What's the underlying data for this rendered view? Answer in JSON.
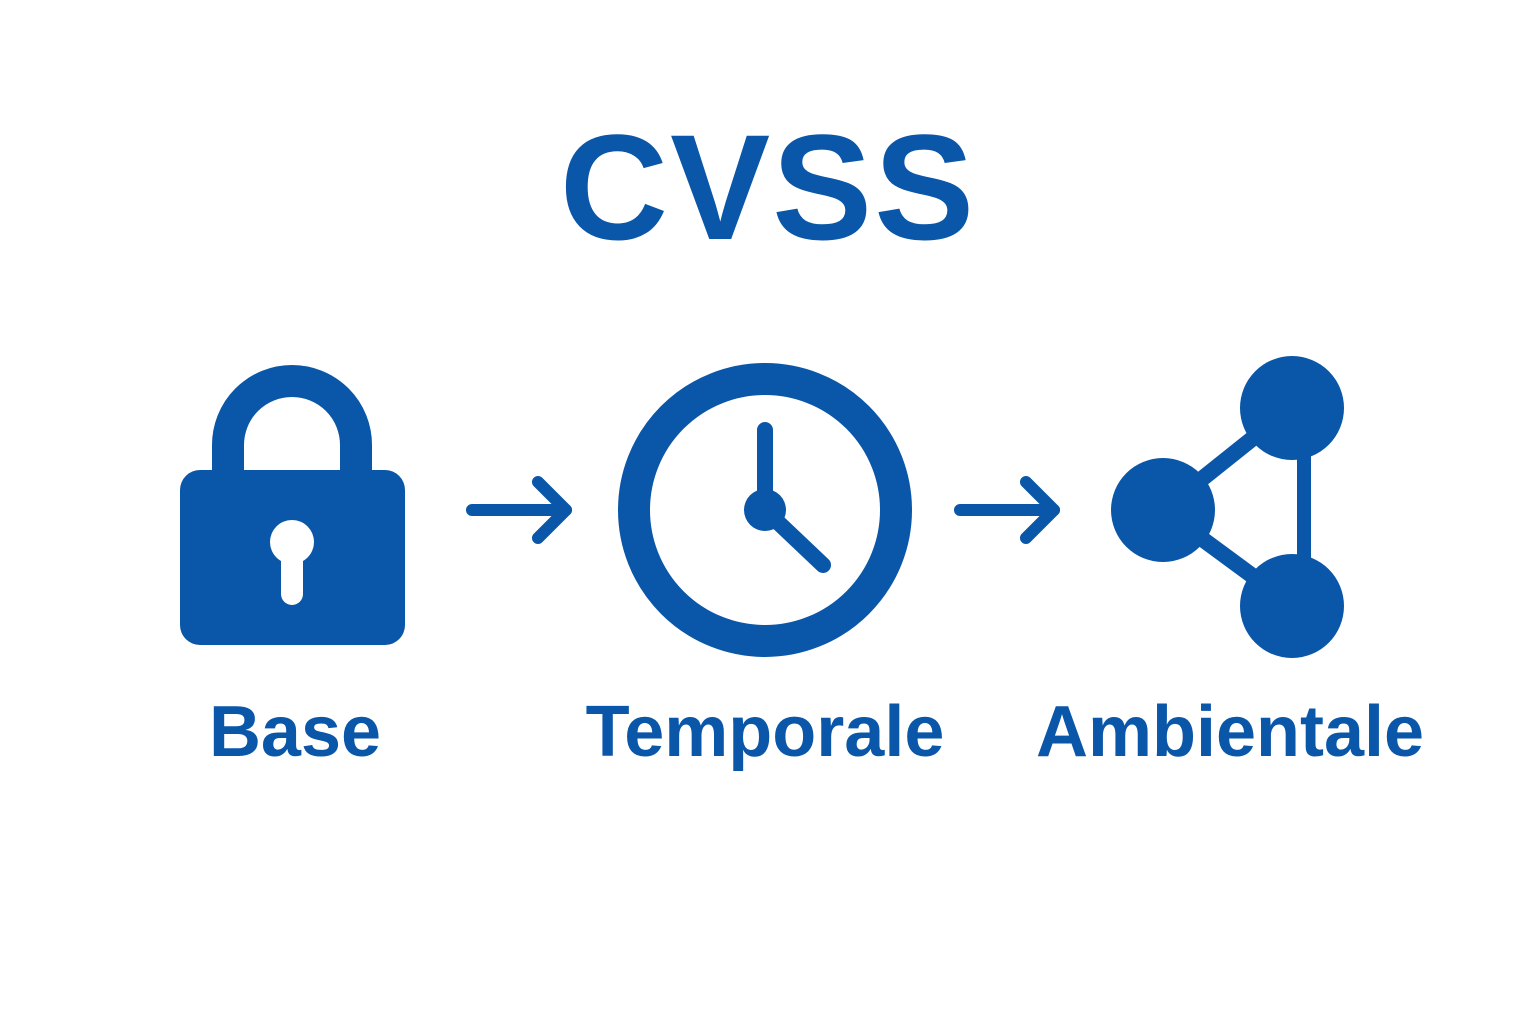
{
  "title": "CVSS",
  "colors": {
    "accent": "#0a56a8",
    "background": "#ffffff"
  },
  "steps": [
    {
      "label": "Base",
      "icon": "lock-icon"
    },
    {
      "label": "Temporale",
      "icon": "clock-icon"
    },
    {
      "label": "Ambientale",
      "icon": "share-nodes-icon"
    }
  ],
  "connectors": [
    {
      "icon": "arrow-right-icon"
    },
    {
      "icon": "arrow-right-icon"
    }
  ]
}
